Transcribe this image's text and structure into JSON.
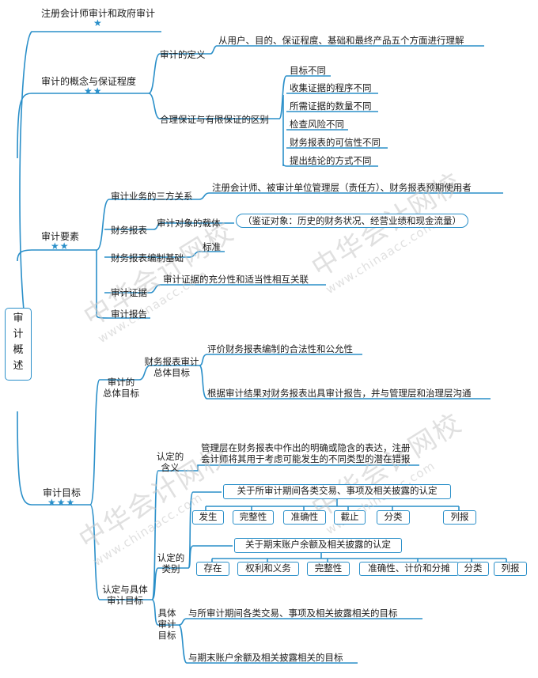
{
  "root": "审计概述",
  "branches": {
    "cpa": {
      "title": "注册会计师审计和政府审计",
      "stars": "★"
    },
    "concept": {
      "title": "审计的概念与保证程度",
      "stars": "★★",
      "definition": {
        "label": "审计的定义",
        "text": "从用户、目的、保证程度、基础和最终产品五个方面进行理解"
      },
      "assurance": {
        "label": "合理保证与有限保证的区别",
        "items": [
          "目标不同",
          "收集证据的程序不同",
          "所需证据的数量不同",
          "检查风险不同",
          "财务报表的可信性不同",
          "提出结论的方式不同"
        ]
      }
    },
    "elements": {
      "title": "审计要素",
      "stars": "★★",
      "three_party": {
        "label": "审计业务的三方关系",
        "text": "注册会计师、被审计单位管理层（责任方）、财务报表预期使用者"
      },
      "fs": {
        "label": "财务报表",
        "sub": "审计对象的载体",
        "text": "（鉴证对象：历史的财务状况、经营业绩和现金流量）"
      },
      "basis": {
        "label": "财务报表编制基础",
        "text": "标准"
      },
      "evidence": {
        "label": "审计证据",
        "text": "审计证据的充分性和适当性相互关联"
      },
      "report": {
        "label": "审计报告"
      }
    },
    "objectives": {
      "title": "审计目标",
      "stars": "★★★",
      "overall": {
        "label_line1": "审计的",
        "label_line2": "总体目标",
        "fs_obj_line1": "财务报表审计",
        "fs_obj_line2": "总体目标",
        "obj1": "评价财务报表编制的合法性和公允性",
        "obj2": "根据审计结果对财务报表出具审计报告，并与管理层和治理层沟通"
      },
      "assertion": {
        "label_line1": "认定与具体",
        "label_line2": "审计目标",
        "meaning": {
          "label_line1": "认定的",
          "label_line2": "含义",
          "text_line1": "管理层在财务报表中作出的明确或隐含的表达，注册",
          "text_line2": "会计师将其用于考虑可能发生的不同类型的潜在错报"
        },
        "types": {
          "label_line1": "认定的",
          "label_line2": "类别",
          "transactions": {
            "title": "关于所审计期间各类交易、事项及相关披露的认定",
            "items": [
              "发生",
              "完整性",
              "准确性",
              "截止",
              "分类",
              "列报"
            ]
          },
          "balances": {
            "title": "关于期末账户余额及相关披露的认定",
            "items": [
              "存在",
              "权利和义务",
              "完整性",
              "准确性、计价和分摊",
              "分类",
              "列报"
            ]
          }
        },
        "specific": {
          "label_line1": "具体",
          "label_line2": "审计",
          "label_line3": "目标",
          "item1": "与所审计期间各类交易、事项及相关披露相关的目标",
          "item2": "与期末账户余额及相关披露相关的目标"
        }
      }
    }
  },
  "watermark": {
    "cn": "中华会计网校",
    "url": "www.chinaacc.com"
  },
  "colors": {
    "line": "#2a8fc9",
    "text": "#1a1a1a",
    "watermark": "#c8c8c8"
  }
}
